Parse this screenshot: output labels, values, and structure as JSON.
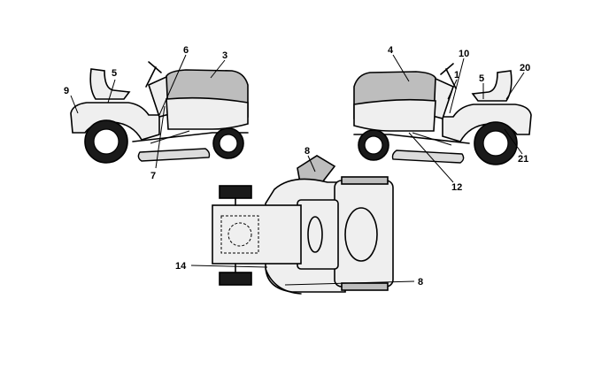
{
  "callouts": {
    "left_view": [
      "9",
      "5",
      "6",
      "3",
      "7"
    ],
    "right_view": [
      "4",
      "10",
      "1",
      "5",
      "20",
      "12",
      "21"
    ],
    "top_view": [
      "8",
      "14",
      "8"
    ]
  }
}
